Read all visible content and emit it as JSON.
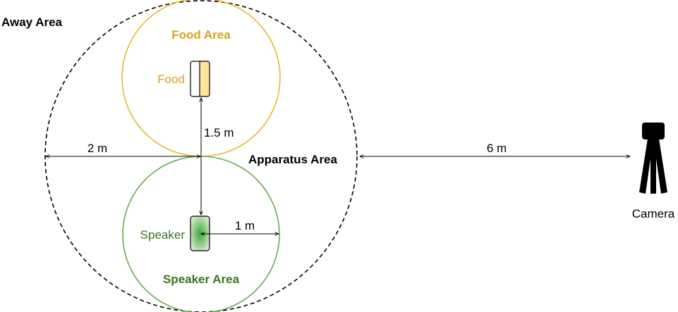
{
  "labels": {
    "away_area": "Away Area",
    "food_area": "Food Area",
    "food": "Food",
    "apparatus_area": "Apparatus Area",
    "speaker": "Speaker",
    "speaker_area": "Speaker Area",
    "camera": "Camera"
  },
  "distances": {
    "food_to_speaker": "1.5 m",
    "apparatus_radius": "2 m",
    "speaker_radius": "1 m",
    "camera_distance": "6 m"
  },
  "colors": {
    "food": "#e6b82e",
    "food_text": "#d6a31e",
    "food_fill": "#ffe599",
    "speaker": "#6aa84f",
    "speaker_text": "#38761d",
    "speaker_fill": "#7bc96a"
  }
}
